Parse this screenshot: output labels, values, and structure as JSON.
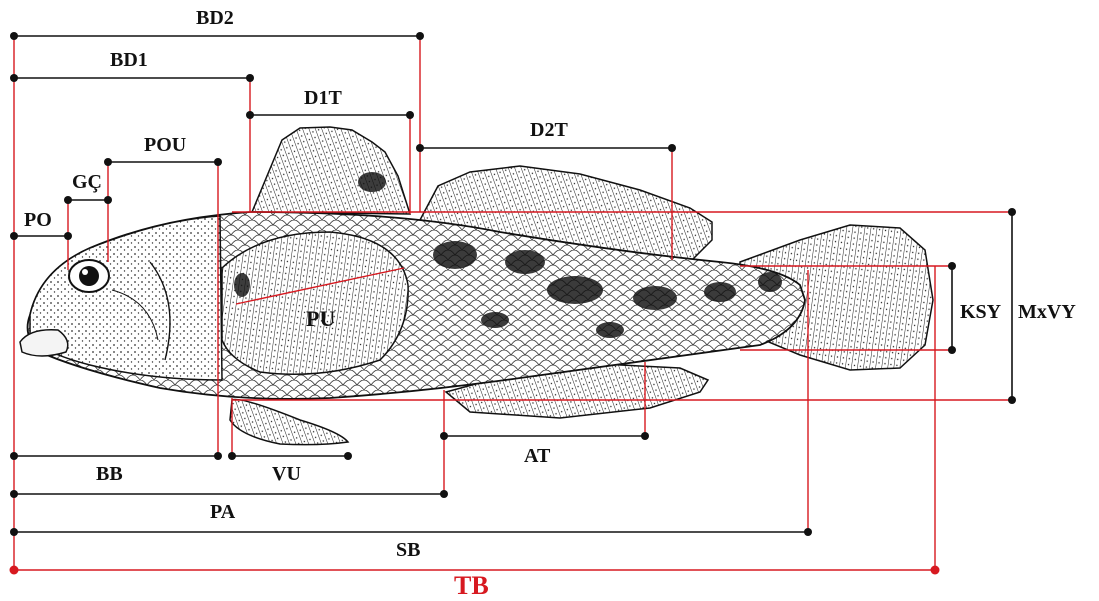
{
  "figure": {
    "labels": {
      "bd2": "BD2",
      "bd1": "BD1",
      "d1t": "D1T",
      "d2t": "D2T",
      "pou": "POU",
      "gc": "GÇ",
      "po": "PO",
      "pu": "PU",
      "ksy": "KSY",
      "mxvy": "MxVY",
      "bb": "BB",
      "vu": "VU",
      "at": "AT",
      "pa": "PA",
      "sb": "SB",
      "tb": "TB"
    },
    "colors": {
      "measure_line": "#111111",
      "total_length": "#d71920"
    }
  }
}
